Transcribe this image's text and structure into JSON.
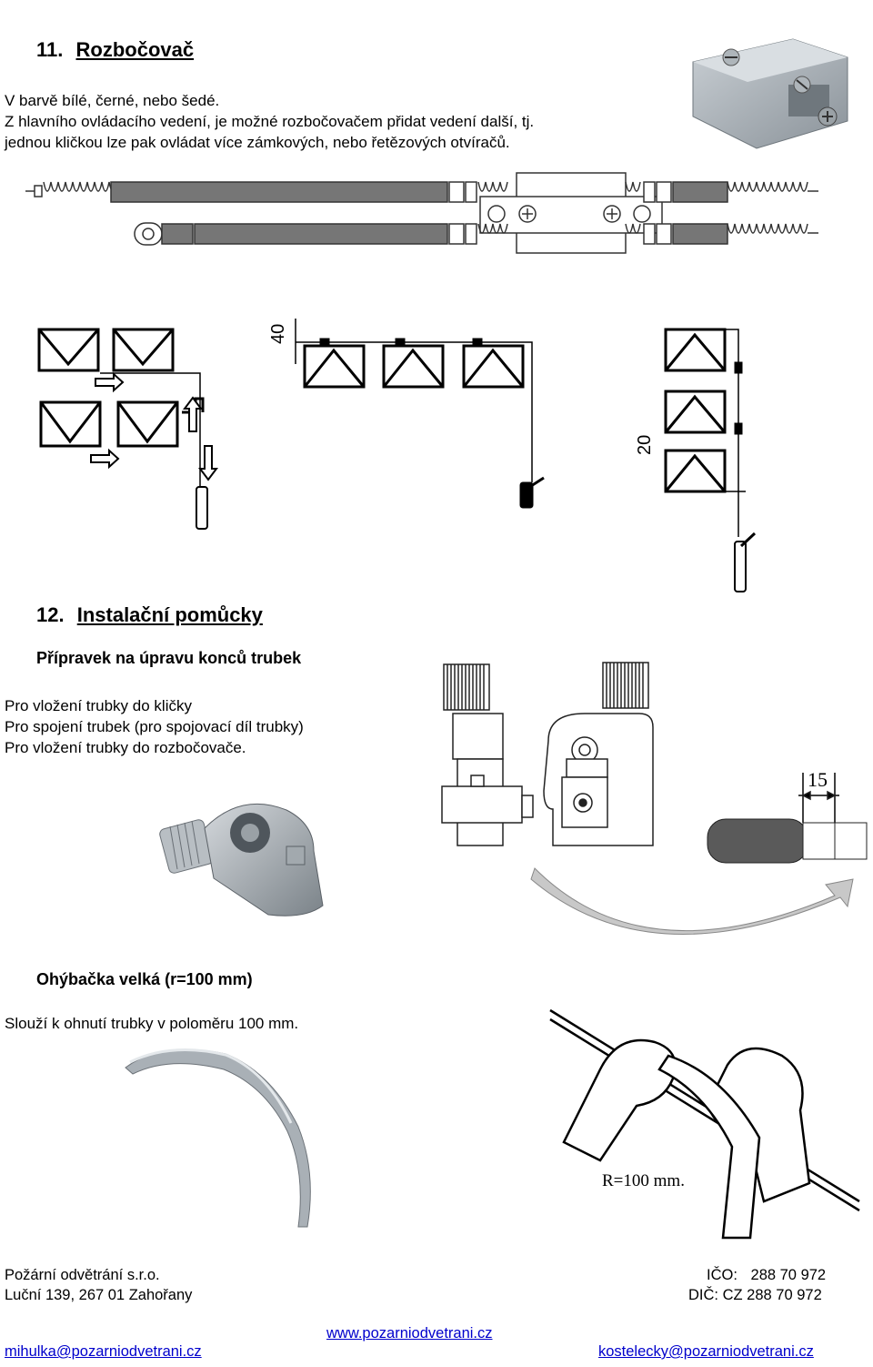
{
  "section11": {
    "number": "11.",
    "title": "Rozbočovač",
    "lines": [
      "V barvě bílé, černé, nebo šedé.",
      "Z hlavního ovládacího vedení, je možné rozbočovačem přidat vedení další, tj.",
      "jednou kličkou lze pak ovládat více zámkových, nebo řetězových otvíračů."
    ],
    "dims": {
      "d40": "40",
      "d20": "20"
    }
  },
  "section12": {
    "number": "12.",
    "title": "Instalační pomůcky",
    "tool1": {
      "heading": "Přípravek na úpravu konců trubek",
      "lines": [
        "Pro vložení trubky do kličky",
        "Pro spojení trubek (pro spojovací díl trubky)",
        "Pro vložení trubky do rozbočovače."
      ],
      "dim": "15"
    },
    "tool2": {
      "heading": "Ohýbačka velká (r=100 mm)",
      "line": "Slouží k ohnutí trubky v poloměru 100 mm.",
      "radius_label": "R=100 mm."
    }
  },
  "footer": {
    "company": "Požární odvětrání s.r.o.",
    "address": "Luční 139, 267 01  Zahořany",
    "ico_label": "IČO:",
    "ico_value": "288 70 972",
    "dic_label": "DIČ:",
    "dic_value": "CZ 288 70 972",
    "web": "www.pozarniodvetrani.cz",
    "email_left": "mihulka@pozarniodvetrani.cz",
    "email_right": "kostelecky@pozarniodvetrani.cz"
  }
}
